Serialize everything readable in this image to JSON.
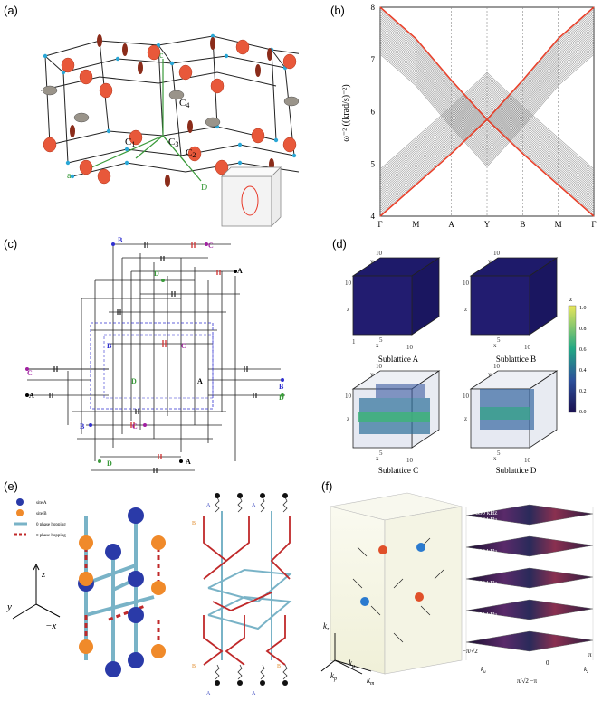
{
  "panels": {
    "a": {
      "label": "(a)",
      "labels": {
        "c": "c",
        "a": "a",
        "d": "D",
        "c1": "C",
        "c1s": "1",
        "c3": "C",
        "c3s": "3",
        "c2": "C",
        "c2s": "2",
        "c4": "C",
        "c4s": "4"
      }
    },
    "b": {
      "label": "(b)"
    },
    "c": {
      "label": "(c)",
      "letters": {
        "B": "B",
        "C": "C",
        "A": "A",
        "D": "D"
      }
    },
    "d": {
      "label": "(d)",
      "titles": [
        "Sublattice A",
        "Sublattice B",
        "Sublattice C",
        "Sublattice D"
      ],
      "colorbar_title": "z",
      "colorbar_ticks": [
        "1.0",
        "0.8",
        "0.6",
        "0.4",
        "0.2",
        "0.0"
      ],
      "axis": {
        "x": "x",
        "y": "y",
        "z": "z",
        "t10": "10",
        "t5": "5",
        "t1": "1"
      }
    },
    "e": {
      "label": "(e)",
      "legend": [
        "site A",
        "site B",
        "0 phase hopping",
        "π phase hopping"
      ],
      "axes": {
        "z": "z",
        "y": "y",
        "x": "−x"
      },
      "tags": {
        "A": "A",
        "B": "B"
      }
    },
    "f": {
      "label": "(f)",
      "freqs": [
        "n=350 kHz",
        "n=326 kHz",
        "n=290 kHz",
        "n=262 kHz",
        "n=251 kHz"
      ],
      "axes": {
        "kz": "k",
        "kz_sub": "z",
        "kp": "k",
        "kp_sub": "p",
        "ku": "k",
        "ku_sub": "u",
        "km": "k",
        "km_sub": "m"
      },
      "ticks": {
        "pi": "π",
        "neg_pi_sqrt2": "−π/√2",
        "zero": "0",
        "pi_sqrt2_neg_pi": "π/√2 −π",
        "kz": "k",
        "kz_sub": "z",
        "ku": "k",
        "ku_sub": "u"
      }
    }
  },
  "chart_data": {
    "type": "line",
    "title": "",
    "xlabel": "",
    "ylabel": "ω⁻² ((krad/s)⁻²)",
    "categories": [
      "Γ",
      "M",
      "A",
      "Y",
      "B",
      "M",
      "Γ"
    ],
    "ylim": [
      4,
      8
    ],
    "yticks": [
      4,
      5,
      6,
      7,
      8
    ],
    "grid": false,
    "series": [
      {
        "name": "",
        "values": [
          4.0,
          4.6,
          5.2,
          5.85,
          5.2,
          4.6,
          4.0
        ]
      },
      {
        "name": "",
        "values": [
          8.0,
          7.4,
          6.6,
          5.85,
          6.6,
          7.4,
          8.0
        ]
      }
    ]
  }
}
